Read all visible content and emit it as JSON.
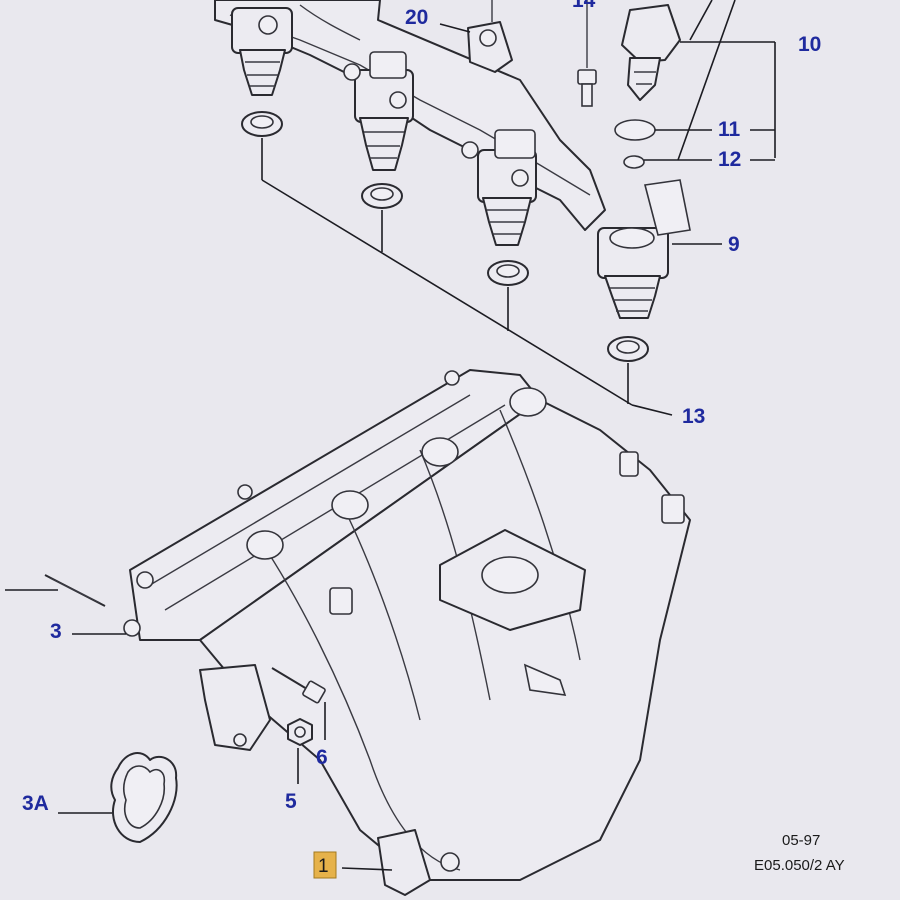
{
  "diagram": {
    "callouts": [
      {
        "key": "c20",
        "label": "20"
      },
      {
        "key": "c14",
        "label": "14"
      },
      {
        "key": "c10",
        "label": "10"
      },
      {
        "key": "c11",
        "label": "11"
      },
      {
        "key": "c12",
        "label": "12"
      },
      {
        "key": "c9",
        "label": "9"
      },
      {
        "key": "c13",
        "label": "13"
      },
      {
        "key": "c3",
        "label": "3"
      },
      {
        "key": "c6",
        "label": "6"
      },
      {
        "key": "c5",
        "label": "5"
      },
      {
        "key": "c3a",
        "label": "3A"
      },
      {
        "key": "c1",
        "label": "1"
      }
    ],
    "date_code": "05-97",
    "drawing_ref": "E05.050/2 AY",
    "colors": {
      "callout_text": "#1f2a9e",
      "line_art": "#2a2a30",
      "paper": "#e9e8ee",
      "highlight": "#e6b24a"
    }
  }
}
